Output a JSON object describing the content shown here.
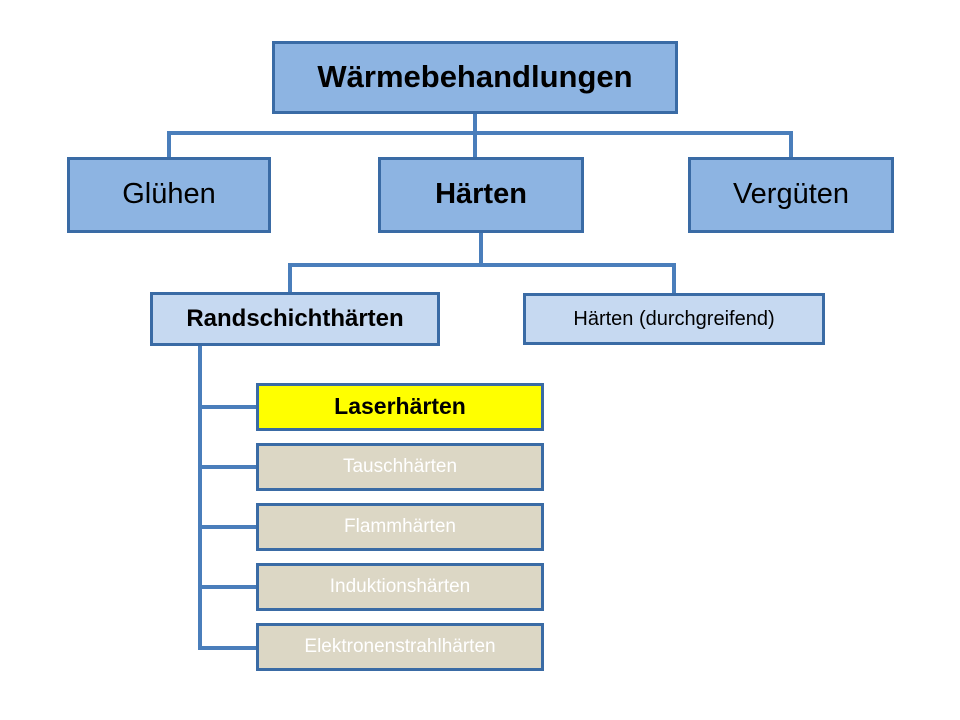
{
  "diagram": {
    "title": "Wärmebehandlungen",
    "type": "tree-hierarchy",
    "background_color": "#ffffff",
    "connector_color": "#4a7ebb",
    "colors": {
      "level1_fill": "#8db4e2",
      "level1_border": "#3a6ba5",
      "level3_fill": "#c6d9f1",
      "highlight_fill": "#ffff00",
      "muted_fill": "#dcd7c5",
      "muted_text": "#ffffff",
      "text": "#000000"
    }
  },
  "nodes": {
    "root": {
      "label": "Wärmebehandlungen"
    },
    "level1": [
      {
        "label": "Glühen"
      },
      {
        "label": "Härten"
      },
      {
        "label": "Vergüten"
      }
    ],
    "level2": [
      {
        "label": "Randschichthärten"
      },
      {
        "label": "Härten (durchgreifend)"
      }
    ],
    "level3": [
      {
        "label": "Laserhärten",
        "state": "highlighted"
      },
      {
        "label": "Tauschhärten",
        "state": "muted"
      },
      {
        "label": "Flammhärten",
        "state": "muted"
      },
      {
        "label": "Induktionshärten",
        "state": "muted"
      },
      {
        "label": "Elektronenstrahlhärten",
        "state": "muted"
      }
    ]
  }
}
